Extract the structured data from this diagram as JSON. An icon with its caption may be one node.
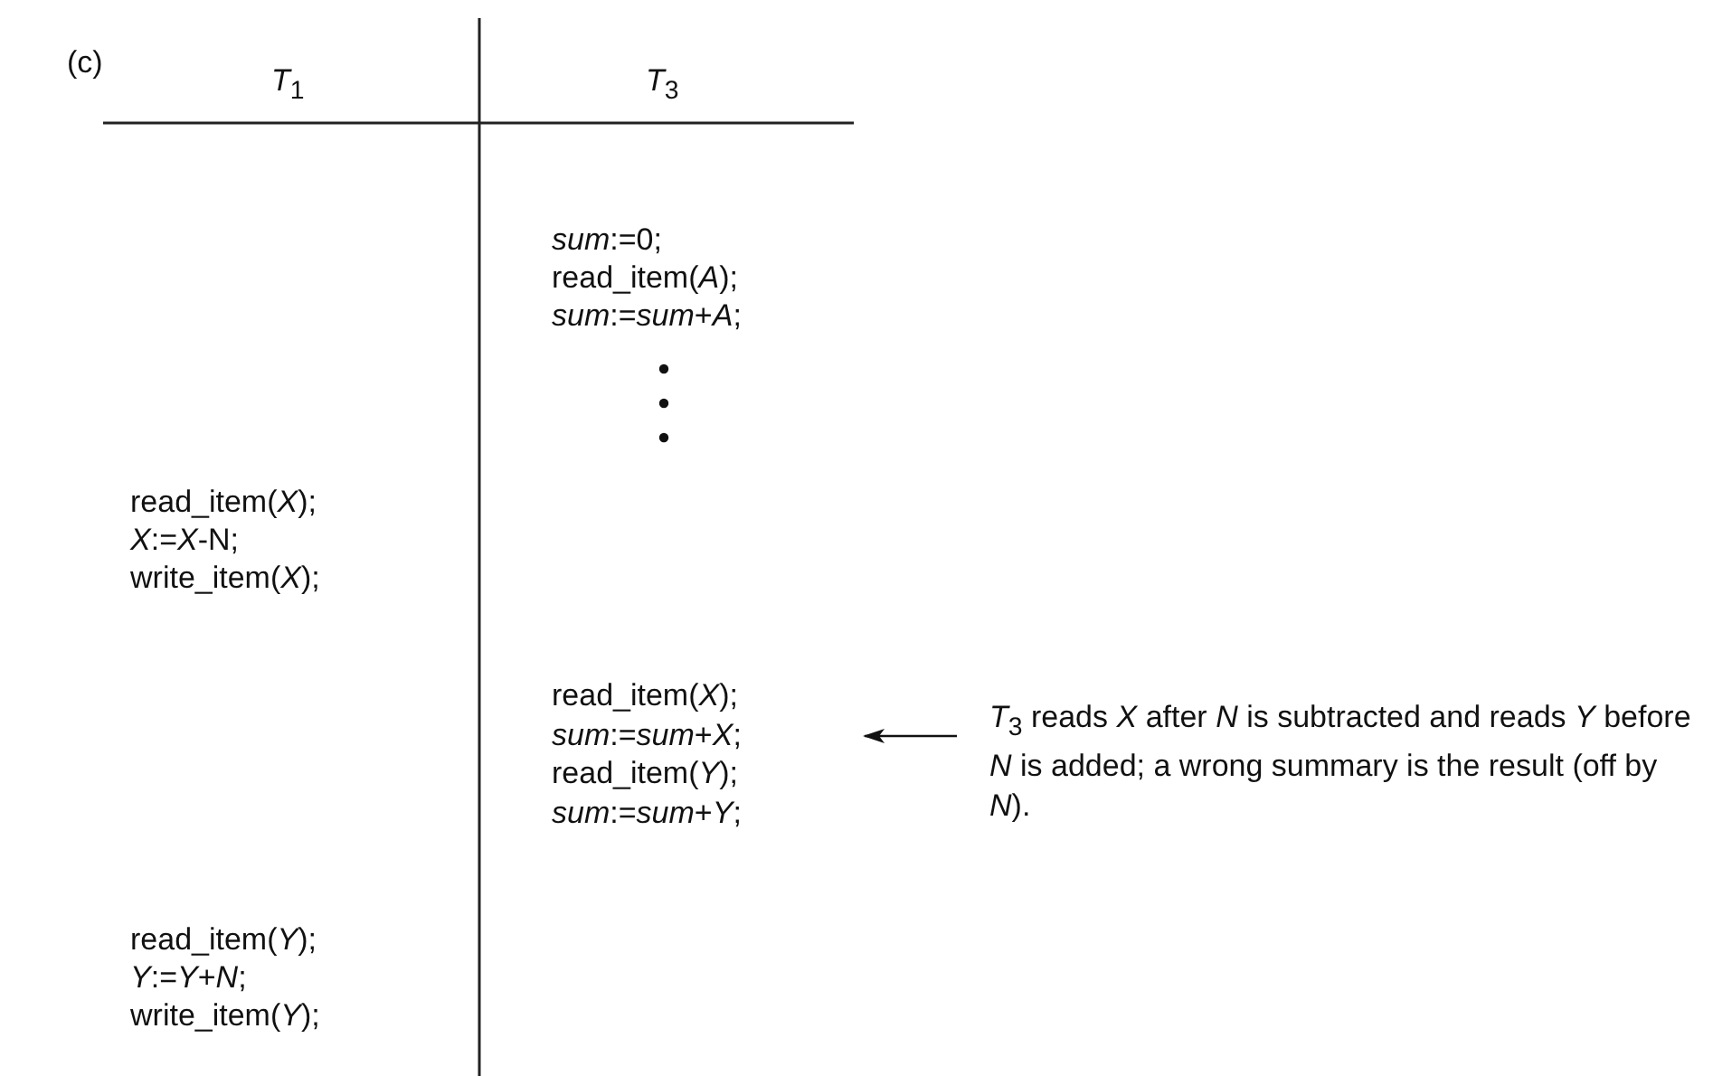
{
  "diagram": {
    "nodes": [
      {
        "text": [
          "read_item(*X*);",
          "*sum*:=*sum*+*X*;",
          "read_item(*Y*);",
          "*sum*:=*sum*+*Y*;"
        ]
      },
      {
        "text": [
          "*T*$_{3}$ reads *X* after *N* is subtracted and reads *Y* before *N* is added; a wrong summary is the result (off by *N*)."
        ]
      }
    ],
    "edges": [
      {
        "from": 1,
        "to": 0,
        "arrow": "to"
      }
    ],
    "labels": [
      "(c)",
      "*T*$_{1}$",
      "*T*$_{3}$",
      "*sum*:=0;",
      "read_item(*A*);",
      "*sum*:=*sum*+*A*;",
      "read_item(*X*);",
      "*X*:=*X*-N;",
      "write_item(*X*);",
      "read_item(*Y*);",
      "*Y*:=*Y*+*N*;",
      "write_item(*Y*);"
    ]
  }
}
